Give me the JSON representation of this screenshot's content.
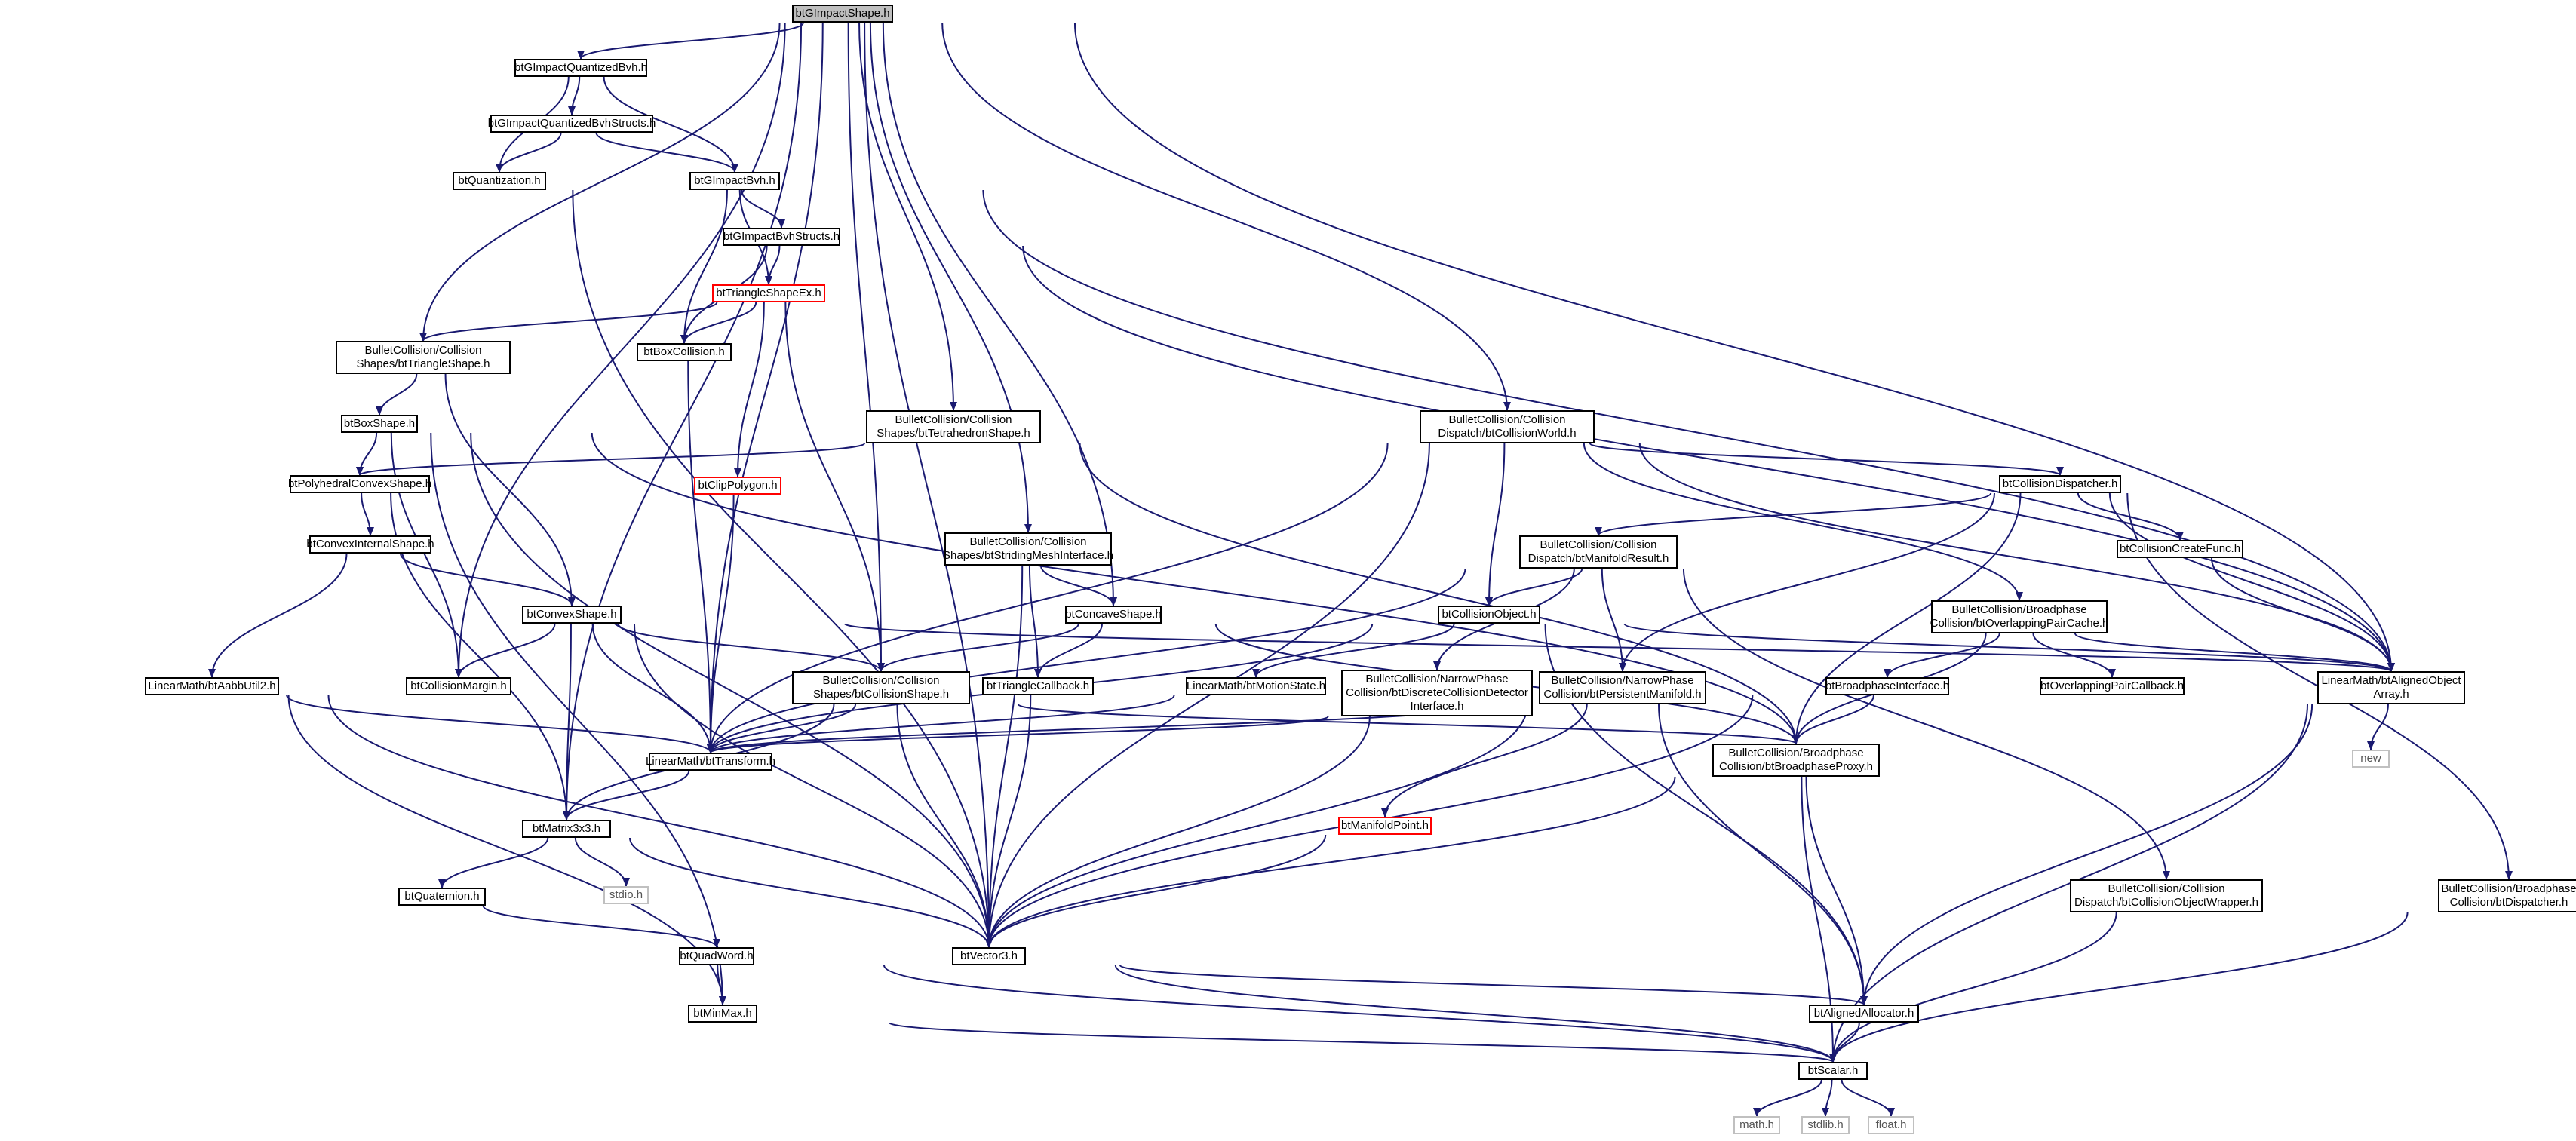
{
  "diagram": {
    "colors": {
      "edge": "#191970",
      "box_border": "#000000",
      "external_border": "#c0c0c0",
      "truncated_border": "#ff0000",
      "root_fill": "#bfbfbf"
    },
    "nodes": [
      {
        "id": "root",
        "label": "btGImpactShape.h",
        "kind": "root"
      },
      {
        "id": "qbvh",
        "label": "btGImpactQuantizedBvh.h"
      },
      {
        "id": "qbvhs",
        "label": "btGImpactQuantizedBvhStructs.h"
      },
      {
        "id": "quant",
        "label": "btQuantization.h"
      },
      {
        "id": "gbvh",
        "label": "btGImpactBvh.h"
      },
      {
        "id": "gbvhs",
        "label": "btGImpactBvhStructs.h"
      },
      {
        "id": "trishex",
        "label": "btTriangleShapeEx.h",
        "kind": "truncated"
      },
      {
        "id": "boxcol",
        "label": "btBoxCollision.h"
      },
      {
        "id": "trishape",
        "label": "BulletCollision/Collision\nShapes/btTriangleShape.h"
      },
      {
        "id": "boxshape",
        "label": "btBoxShape.h"
      },
      {
        "id": "polyconvex",
        "label": "btPolyhedralConvexShape.h"
      },
      {
        "id": "convint",
        "label": "btConvexInternalShape.h"
      },
      {
        "id": "convex",
        "label": "btConvexShape.h"
      },
      {
        "id": "aabb",
        "label": "LinearMath/btAabbUtil2.h"
      },
      {
        "id": "margin",
        "label": "btCollisionMargin.h"
      },
      {
        "id": "transform",
        "label": "LinearMath/btTransform.h"
      },
      {
        "id": "matrix",
        "label": "btMatrix3x3.h"
      },
      {
        "id": "stdio",
        "label": "stdio.h",
        "kind": "external"
      },
      {
        "id": "quat",
        "label": "btQuaternion.h"
      },
      {
        "id": "quadword",
        "label": "btQuadWord.h"
      },
      {
        "id": "minmax",
        "label": "btMinMax.h"
      },
      {
        "id": "vector",
        "label": "btVector3.h"
      },
      {
        "id": "clippoly",
        "label": "btClipPolygon.h",
        "kind": "truncated"
      },
      {
        "id": "tetra",
        "label": "BulletCollision/Collision\nShapes/btTetrahedronShape.h"
      },
      {
        "id": "strid",
        "label": "BulletCollision/Collision\nShapes/btStridingMeshInterface.h"
      },
      {
        "id": "concave",
        "label": "btConcaveShape.h"
      },
      {
        "id": "colshape",
        "label": "BulletCollision/Collision\nShapes/btCollisionShape.h"
      },
      {
        "id": "tricb",
        "label": "btTriangleCallback.h"
      },
      {
        "id": "motion",
        "label": "LinearMath/btMotionState.h"
      },
      {
        "id": "colworld",
        "label": "BulletCollision/Collision\nDispatch/btCollisionWorld.h"
      },
      {
        "id": "manres",
        "label": "BulletCollision/Collision\nDispatch/btManifoldResult.h"
      },
      {
        "id": "colobj",
        "label": "btCollisionObject.h"
      },
      {
        "id": "discrete",
        "label": "BulletCollision/NarrowPhase\nCollision/btDiscreteCollisionDetector\nInterface.h"
      },
      {
        "id": "persist",
        "label": "BulletCollision/NarrowPhase\nCollision/btPersistentManifold.h"
      },
      {
        "id": "manpoint",
        "label": "btManifoldPoint.h",
        "kind": "truncated"
      },
      {
        "id": "coldisp",
        "label": "btCollisionDispatcher.h"
      },
      {
        "id": "overcache",
        "label": "BulletCollision/Broadphase\nCollision/btOverlappingPairCache.h"
      },
      {
        "id": "bpiface",
        "label": "btBroadphaseInterface.h"
      },
      {
        "id": "bpproxy",
        "label": "BulletCollision/Broadphase\nCollision/btBroadphaseProxy.h"
      },
      {
        "id": "overcb",
        "label": "btOverlappingPairCallback.h"
      },
      {
        "id": "createfunc",
        "label": "btCollisionCreateFunc.h"
      },
      {
        "id": "alarray",
        "label": "LinearMath/btAlignedObject\nArray.h"
      },
      {
        "id": "new",
        "label": "new",
        "kind": "external"
      },
      {
        "id": "dispatcher",
        "label": "BulletCollision/Broadphase\nCollision/btDispatcher.h"
      },
      {
        "id": "wrapper",
        "label": "BulletCollision/Collision\nDispatch/btCollisionObjectWrapper.h"
      },
      {
        "id": "alalloc",
        "label": "btAlignedAllocator.h"
      },
      {
        "id": "scalar",
        "label": "btScalar.h"
      },
      {
        "id": "math",
        "label": "math.h",
        "kind": "external"
      },
      {
        "id": "stdlib",
        "label": "stdlib.h",
        "kind": "external"
      },
      {
        "id": "float",
        "label": "float.h",
        "kind": "external"
      }
    ],
    "edges": [
      [
        "root",
        "qbvh"
      ],
      [
        "root",
        "trishape"
      ],
      [
        "root",
        "margin"
      ],
      [
        "root",
        "colshape"
      ],
      [
        "root",
        "strid"
      ],
      [
        "root",
        "concave"
      ],
      [
        "root",
        "tetra"
      ],
      [
        "root",
        "colworld"
      ],
      [
        "root",
        "alarray"
      ],
      [
        "root",
        "transform"
      ],
      [
        "root",
        "matrix"
      ],
      [
        "root",
        "vector"
      ],
      [
        "qbvh",
        "qbvhs"
      ],
      [
        "qbvh",
        "quant"
      ],
      [
        "qbvh",
        "gbvh"
      ],
      [
        "qbvhs",
        "quant"
      ],
      [
        "qbvhs",
        "gbvh"
      ],
      [
        "quant",
        "vector"
      ],
      [
        "gbvh",
        "gbvhs"
      ],
      [
        "gbvh",
        "trishex"
      ],
      [
        "gbvh",
        "boxcol"
      ],
      [
        "gbvh",
        "alarray"
      ],
      [
        "gbvhs",
        "trishex"
      ],
      [
        "gbvhs",
        "boxcol"
      ],
      [
        "gbvhs",
        "alarray"
      ],
      [
        "trishex",
        "trishape"
      ],
      [
        "trishex",
        "boxcol"
      ],
      [
        "trishex",
        "clippoly"
      ],
      [
        "trishex",
        "colshape"
      ],
      [
        "boxcol",
        "transform"
      ],
      [
        "clippoly",
        "transform"
      ],
      [
        "trishape",
        "boxshape"
      ],
      [
        "trishape",
        "convex"
      ],
      [
        "boxshape",
        "polyconvex"
      ],
      [
        "boxshape",
        "margin"
      ],
      [
        "boxshape",
        "vector"
      ],
      [
        "boxshape",
        "minmax"
      ],
      [
        "boxshape",
        "bpproxy"
      ],
      [
        "tetra",
        "polyconvex"
      ],
      [
        "tetra",
        "bpproxy"
      ],
      [
        "polyconvex",
        "convint"
      ],
      [
        "polyconvex",
        "matrix"
      ],
      [
        "convint",
        "convex"
      ],
      [
        "convint",
        "aabb"
      ],
      [
        "convex",
        "margin"
      ],
      [
        "convex",
        "colshape"
      ],
      [
        "convex",
        "transform"
      ],
      [
        "convex",
        "matrix"
      ],
      [
        "convex",
        "vector"
      ],
      [
        "convex",
        "alarray"
      ],
      [
        "aabb",
        "transform"
      ],
      [
        "aabb",
        "vector"
      ],
      [
        "aabb",
        "minmax"
      ],
      [
        "strid",
        "concave"
      ],
      [
        "strid",
        "tricb"
      ],
      [
        "strid",
        "vector"
      ],
      [
        "concave",
        "colshape"
      ],
      [
        "concave",
        "tricb"
      ],
      [
        "concave",
        "bpproxy"
      ],
      [
        "colshape",
        "transform"
      ],
      [
        "colshape",
        "matrix"
      ],
      [
        "colshape",
        "vector"
      ],
      [
        "colshape",
        "bpproxy"
      ],
      [
        "tricb",
        "vector"
      ],
      [
        "transform",
        "matrix"
      ],
      [
        "matrix",
        "quat"
      ],
      [
        "matrix",
        "stdio"
      ],
      [
        "matrix",
        "vector"
      ],
      [
        "quat",
        "quadword"
      ],
      [
        "quadword",
        "minmax"
      ],
      [
        "quadword",
        "scalar"
      ],
      [
        "minmax",
        "scalar"
      ],
      [
        "vector",
        "alalloc"
      ],
      [
        "vector",
        "scalar"
      ],
      [
        "colworld",
        "transform"
      ],
      [
        "colworld",
        "vector"
      ],
      [
        "colworld",
        "colobj"
      ],
      [
        "colworld",
        "coldisp"
      ],
      [
        "colworld",
        "overcache"
      ],
      [
        "colworld",
        "alarray"
      ],
      [
        "coldisp",
        "manres"
      ],
      [
        "coldisp",
        "persist"
      ],
      [
        "coldisp",
        "createfunc"
      ],
      [
        "coldisp",
        "bpproxy"
      ],
      [
        "coldisp",
        "alarray"
      ],
      [
        "coldisp",
        "dispatcher"
      ],
      [
        "manres",
        "colobj"
      ],
      [
        "manres",
        "discrete"
      ],
      [
        "manres",
        "persist"
      ],
      [
        "manres",
        "transform"
      ],
      [
        "manres",
        "wrapper"
      ],
      [
        "colobj",
        "motion"
      ],
      [
        "colobj",
        "transform"
      ],
      [
        "colobj",
        "alalloc"
      ],
      [
        "colobj",
        "alarray"
      ],
      [
        "motion",
        "transform"
      ],
      [
        "discrete",
        "transform"
      ],
      [
        "discrete",
        "vector"
      ],
      [
        "persist",
        "manpoint"
      ],
      [
        "persist",
        "transform"
      ],
      [
        "persist",
        "vector"
      ],
      [
        "persist",
        "alalloc"
      ],
      [
        "manpoint",
        "vector"
      ],
      [
        "overcache",
        "bpiface"
      ],
      [
        "overcache",
        "overcb"
      ],
      [
        "overcache",
        "alarray"
      ],
      [
        "overcache",
        "bpproxy"
      ],
      [
        "bpiface",
        "bpproxy"
      ],
      [
        "bpiface",
        "vector"
      ],
      [
        "bpproxy",
        "vector"
      ],
      [
        "bpproxy",
        "alalloc"
      ],
      [
        "bpproxy",
        "scalar"
      ],
      [
        "createfunc",
        "alarray"
      ],
      [
        "alarray",
        "alalloc"
      ],
      [
        "alarray",
        "new"
      ],
      [
        "alarray",
        "scalar"
      ],
      [
        "dispatcher",
        "scalar"
      ],
      [
        "wrapper",
        "scalar"
      ],
      [
        "alalloc",
        "scalar"
      ],
      [
        "scalar",
        "math"
      ],
      [
        "scalar",
        "stdlib"
      ],
      [
        "scalar",
        "float"
      ]
    ]
  }
}
